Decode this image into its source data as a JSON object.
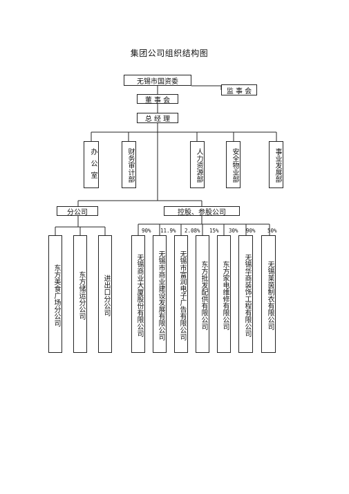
{
  "title": "集团公司组织结构图",
  "top": {
    "sasac": "无锡市国资委",
    "supervisory": "监 事 会",
    "board": "董 事 会",
    "gm": "总 经 理"
  },
  "departments": [
    {
      "label": "办公室"
    },
    {
      "label": "财务审计部"
    },
    {
      "label": "人力资源部"
    },
    {
      "label": "安全物业部"
    },
    {
      "label": "事业发展部"
    }
  ],
  "groups": {
    "branches": "分公司",
    "holdings": "控股、参股公司"
  },
  "branches": [
    {
      "label": "东方美食广场分公司"
    },
    {
      "label": "东方储运分公司"
    },
    {
      "label": "进出口分公司"
    }
  ],
  "holdings": [
    {
      "label": "无锡商业大厦股份有限公司",
      "pct": "90%"
    },
    {
      "label": "无锡市商业建设发展有限公司",
      "pct": "11.9%"
    },
    {
      "label": "无锡市富润电子广告有限公司",
      "pct": "2.08%"
    },
    {
      "label": "东方批发配供有限公司",
      "pct": "15%"
    },
    {
      "label": "东方家电维修有限公司",
      "pct": "30%"
    },
    {
      "label": "无锡华商装饰工程有限公司",
      "pct": "90%"
    },
    {
      "label": "无锡莱茵制衣有限公司",
      "pct": "50%"
    }
  ],
  "colors": {
    "line": "#222222",
    "background": "#ffffff",
    "text": "#111111"
  }
}
